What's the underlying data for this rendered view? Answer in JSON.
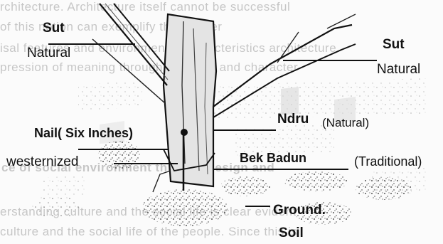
{
  "background_text": {
    "line_1": "rchitecture. Architecture itself cannot be successful",
    "line_2": "of this notion can exemplify the answer",
    "line_3": "isal features and environmental characteristics architecture",
    "line_4": "pression of meaning through the spirit and character",
    "line_5": "ce of social environment through design and",
    "line_6": "erstanding culture and the social life is clear evident",
    "line_7": "culture and the social life of the people. Since this is"
  },
  "labels": {
    "sut_left": "Sut",
    "natural_left": "Natural",
    "sut_right": "Sut",
    "natural_right": "Natural",
    "ndru": "Ndru",
    "ndru_note": "(Natural)",
    "nail": "Nail( Six Inches)",
    "westernized": "westernized",
    "bek_badun": "Bek Badun",
    "bek_badun_note": "(Traditional)",
    "ground": "Ground.",
    "soil": "Soil"
  }
}
